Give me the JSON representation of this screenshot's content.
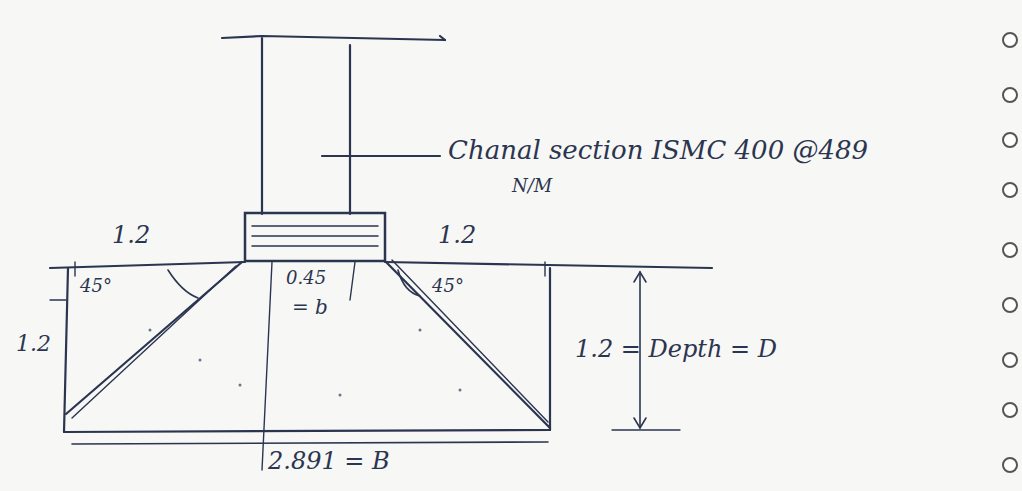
{
  "diagram": {
    "labels": [
      "Chanal section ISMC 400 @489",
      "N/M",
      "1.2",
      "1.2",
      "45°",
      "45°",
      "0.45",
      "= b",
      "1.2",
      "1.2 = Depth = D",
      "2.891 = B"
    ]
  }
}
